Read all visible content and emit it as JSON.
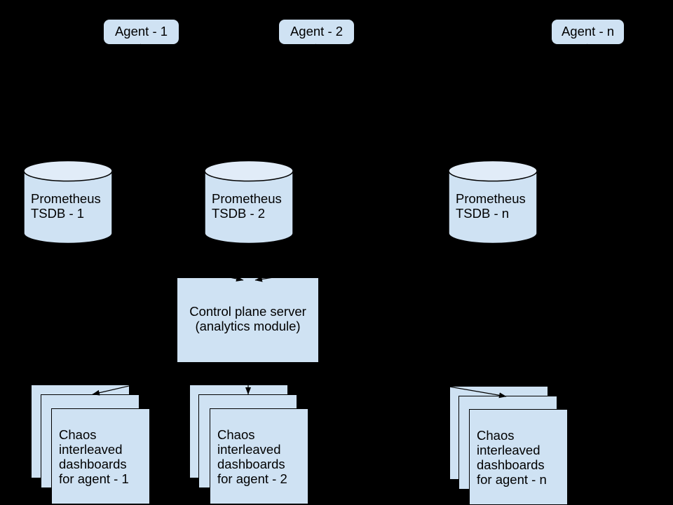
{
  "colors": {
    "background": "#000000",
    "node_fill": "#cfe2f3",
    "cylinder_top_fill": "#e1ecf8",
    "stroke": "#000000"
  },
  "agents": [
    {
      "label": "Agent - 1"
    },
    {
      "label": "Agent - 2"
    },
    {
      "label": "Agent - n"
    }
  ],
  "tsdbs": [
    {
      "line1": "Prometheus",
      "line2": "TSDB - 1"
    },
    {
      "line1": "Prometheus",
      "line2": "TSDB - 2"
    },
    {
      "line1": "Prometheus",
      "line2": "TSDB - n"
    }
  ],
  "control": {
    "line1": "Control plane server",
    "line2": "(analytics module)"
  },
  "stacks": [
    {
      "lines": [
        "Chaos",
        "interleaved",
        "dashboards",
        "for agent - 1"
      ]
    },
    {
      "lines": [
        "Chaos",
        "interleaved",
        "dashboards",
        "for agent - 2"
      ]
    },
    {
      "lines": [
        "Chaos",
        "interleaved",
        "dashboards",
        "for agent - n"
      ]
    }
  ],
  "connections": [
    {
      "from": "agent-1",
      "to": "prometheus-tsdb-1"
    },
    {
      "from": "agent-2",
      "to": "prometheus-tsdb-2"
    },
    {
      "from": "agent-n",
      "to": "prometheus-tsdb-n"
    },
    {
      "from": "prometheus-tsdb-1",
      "to": "control-plane-server"
    },
    {
      "from": "prometheus-tsdb-2",
      "to": "control-plane-server"
    },
    {
      "from": "prometheus-tsdb-n",
      "to": "control-plane-server"
    },
    {
      "from": "control-plane-server",
      "to": "dashboards-agent-1"
    },
    {
      "from": "control-plane-server",
      "to": "dashboards-agent-2"
    },
    {
      "from": "control-plane-server",
      "to": "dashboards-agent-n"
    }
  ]
}
